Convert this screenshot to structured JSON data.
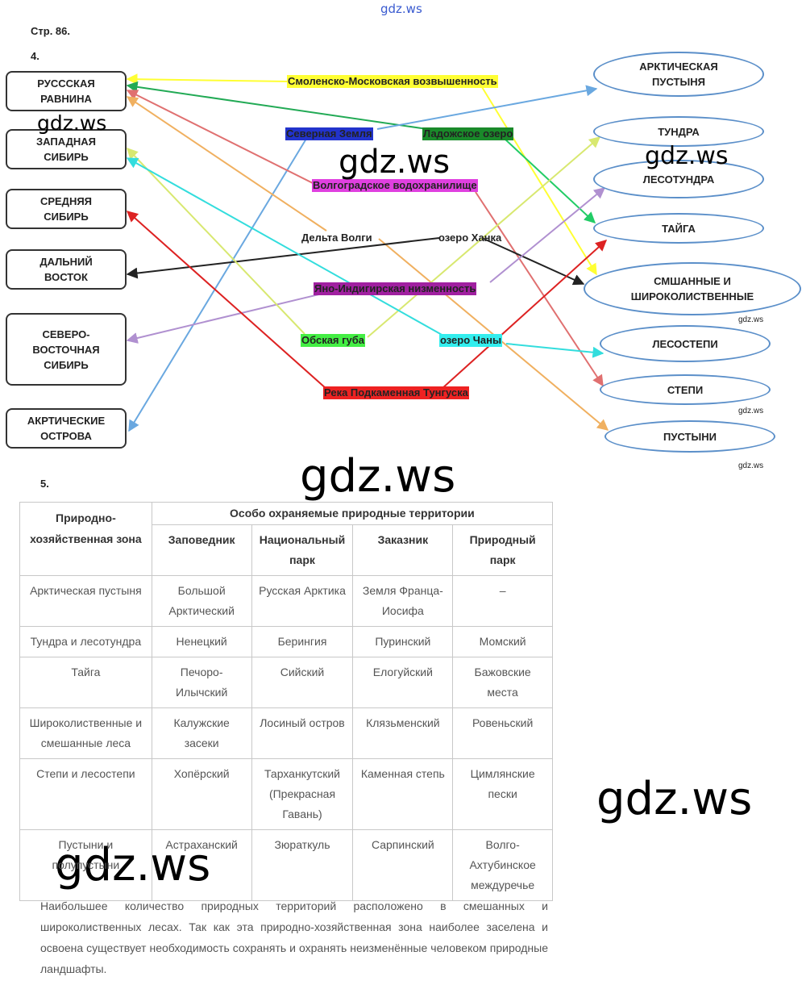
{
  "watermarks": {
    "top": "gdz.ws",
    "w1": "gdz.ws",
    "w2": "gdz.ws",
    "w3": "gdz.ws",
    "w4": "gdz.ws",
    "w5": "gdz.ws",
    "w6": "gdz.ws",
    "s1": "gdz.ws",
    "s2": "gdz.ws",
    "s3": "gdz.ws"
  },
  "page_label": "Стр. 86.",
  "task4_label": "4.",
  "task5_label": "5.",
  "regions": [
    "РУСССКАЯ\nРАВНИНА",
    "ЗАПАДНАЯ\nСИБИРЬ",
    "СРЕДНЯЯ\nСИБИРЬ",
    "ДАЛЬНИЙ\nВОСТОК",
    "СЕВЕРО-\nВОСТОЧНАЯ\nСИБИРЬ",
    "АКРТИЧЕСКИЕ\nОСТРОВА"
  ],
  "zones": [
    "АРКТИЧЕСКАЯ\nПУСТЫНЯ",
    "ТУНДРА",
    "ЛЕСОТУНДРА",
    "ТАЙГА",
    "СМШАННЫЕ И\nШИРОКОЛИСТВЕННЫЕ",
    "ЛЕСОСТЕПИ",
    "СТЕПИ",
    "ПУСТЫНИ"
  ],
  "objects": [
    {
      "text": "Смоленско-Московская возвышенность",
      "bg": "#ffff33",
      "color": "#222222"
    },
    {
      "text": "Северная Земля",
      "bg": "#2233cc",
      "color": "#222222"
    },
    {
      "text": "Ладожское озеро",
      "bg": "#1a8a2a",
      "color": "#111111"
    },
    {
      "text": "Волгоградское водохранилище",
      "bg": "#e040e0",
      "color": "#222222"
    },
    {
      "text": "Дельта Волги",
      "bg": "transparent",
      "color": "#222222"
    },
    {
      "text": "озеро Ханка",
      "bg": "transparent",
      "color": "#222222"
    },
    {
      "text": "Яно-Индигирская низменность",
      "bg": "#a020a0",
      "color": "#222222"
    },
    {
      "text": "Обская губа",
      "bg": "#44ee44",
      "color": "#222222"
    },
    {
      "text": "озеро Чаны",
      "bg": "#33eeee",
      "color": "#222222"
    },
    {
      "text": "Река Подкаменная Тунгуска",
      "bg": "#ee2222",
      "color": "#222222"
    }
  ],
  "table": {
    "head_zone": "Природно-\nхозяйственная зона",
    "head_group": "Особо охраняемые природные территории",
    "cols": [
      "Заповедник",
      "Национальный\nпарк",
      "Заказник",
      "Природный\nпарк"
    ],
    "rows": [
      [
        "Арктическая пустыня",
        "Большой\nАрктический",
        "Русская Арктика",
        "Земля Франца-\nИосифа",
        "–"
      ],
      [
        "Тундра и лесотундра",
        "Ненецкий",
        "Берингия",
        "Пуринский",
        "Момский"
      ],
      [
        "Тайга",
        "Печоро-\nИлычский",
        "Сийский",
        "Елогуйский",
        "Бажовские\nместа"
      ],
      [
        "Широколиственные и\nсмешанные леса",
        "Калужские\nзасеки",
        "Лосиный остров",
        "Клязьменский",
        "Ровеньский"
      ],
      [
        "Степи и лесостепи",
        "Хопёрский",
        "Тарханкутский\n(Прекрасная\nГавань)",
        "Каменная степь",
        "Цимлянские\nпески"
      ],
      [
        "Пустыни и\nполупустыни",
        "Астраханский",
        "Зюраткуль",
        "Сарпинский",
        "Волго-\nАхтубинское\nмеждуречье"
      ]
    ]
  },
  "conclusion": "Наибольшее количество природных территорий расположено в смешанных и широколиственных лесах. Так как эта природно-хозяйственная зона наиболее заселена и освоена существует необходимость сохранять и охранять неизменённые человеком природные ландшафты."
}
